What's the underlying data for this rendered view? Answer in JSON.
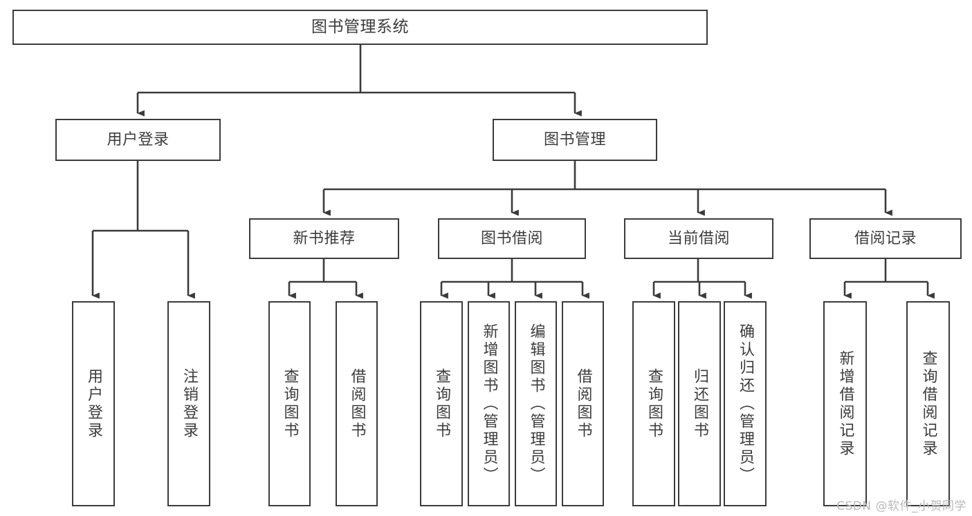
{
  "diagram": {
    "title": "图书管理系统",
    "type": "tree-hierarchy-chart",
    "stroke_color": "#3b3b3b",
    "text_color": "#3c3c3c",
    "background_color": "#ffffff"
  },
  "watermark": {
    "text": "CSDN @软件_小贺同学",
    "color": "#b9b9b9"
  },
  "nodes": {
    "root": {
      "label": "图书管理系统"
    },
    "level2": [
      {
        "id": "user-login",
        "label": "用户登录"
      },
      {
        "id": "book-manage",
        "label": "图书管理"
      }
    ],
    "level3": [
      {
        "id": "new-book-recommend",
        "label": "新书推荐"
      },
      {
        "id": "book-borrow",
        "label": "图书借阅"
      },
      {
        "id": "current-borrow",
        "label": "当前借阅"
      },
      {
        "id": "borrow-record",
        "label": "借阅记录"
      }
    ],
    "leaves": {
      "user_login": [
        {
          "id": "leaf-user-login",
          "label": "用户登录"
        },
        {
          "id": "leaf-logout-login",
          "label": "注销登录"
        }
      ],
      "new_book_recommend": [
        {
          "id": "leaf-query-book-1",
          "label": "查询图书"
        },
        {
          "id": "leaf-borrow-book-1",
          "label": "借阅图书"
        }
      ],
      "book_borrow": [
        {
          "id": "leaf-query-book-2",
          "label": "查询图书"
        },
        {
          "id": "leaf-add-book-admin",
          "label": "新增图书（管理员）"
        },
        {
          "id": "leaf-edit-book-admin",
          "label": "编辑图书（管理员）"
        },
        {
          "id": "leaf-borrow-book-2",
          "label": "借阅图书"
        }
      ],
      "current_borrow": [
        {
          "id": "leaf-query-book-3",
          "label": "查询图书"
        },
        {
          "id": "leaf-return-book",
          "label": "归还图书"
        },
        {
          "id": "leaf-confirm-return-admin",
          "label": "确认归还（管理员）"
        }
      ],
      "borrow_record": [
        {
          "id": "leaf-add-borrow-record",
          "label": "新增借阅记录"
        },
        {
          "id": "leaf-query-borrow-record",
          "label": "查询借阅记录"
        }
      ]
    }
  }
}
